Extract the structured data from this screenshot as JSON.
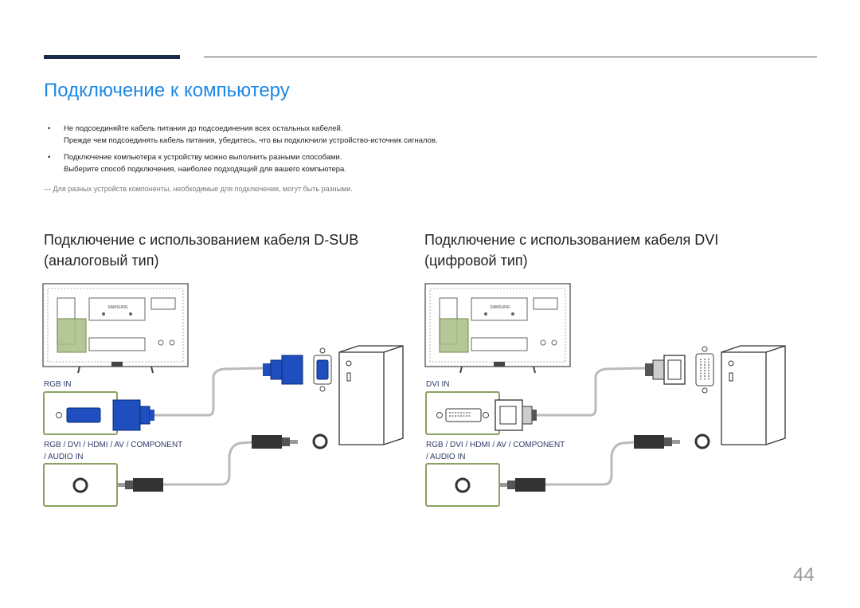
{
  "header": {
    "title": "Подключение к компьютеру"
  },
  "bullets": [
    {
      "line1": "Не подсоединяйте кабель питания до подсоединения всех остальных кабелей.",
      "line2": "Прежде чем подсоединять кабель питания, убедитесь, что вы подключили устройство-источник сигналов."
    },
    {
      "line1": "Подключение компьютера к устройству можно выполнить разными способами.",
      "line2": "Выберите способ подключения, наиболее подходящий для вашего компьютера."
    }
  ],
  "note": "Для разных устройств компоненты, необходимые для подключения, могут быть разными.",
  "sections": {
    "dsub": {
      "title_line1": "Подключение с использованием кабеля D-SUB",
      "title_line2": "(аналоговый тип)",
      "port_label": "RGB IN",
      "audio_label_line1": "RGB / DVI / HDMI / AV / COMPONENT",
      "audio_label_line2": "/ AUDIO IN",
      "brand": "SAMSUNG"
    },
    "dvi": {
      "title_line1": "Подключение с использованием кабеля DVI",
      "title_line2": "(цифровой тип)",
      "port_label": "DVI IN",
      "audio_label_line1": "RGB / DVI / HDMI / AV / COMPONENT",
      "audio_label_line2": "/ AUDIO IN",
      "brand": "SAMSUNG"
    }
  },
  "page_number": "44",
  "colors": {
    "title_blue": "#1e88e5",
    "dark_bar": "#1c2b4a",
    "highlight_green": "#8aa262",
    "vga_blue": "#1f4fbf",
    "port_label_navy": "#2e3b66"
  }
}
